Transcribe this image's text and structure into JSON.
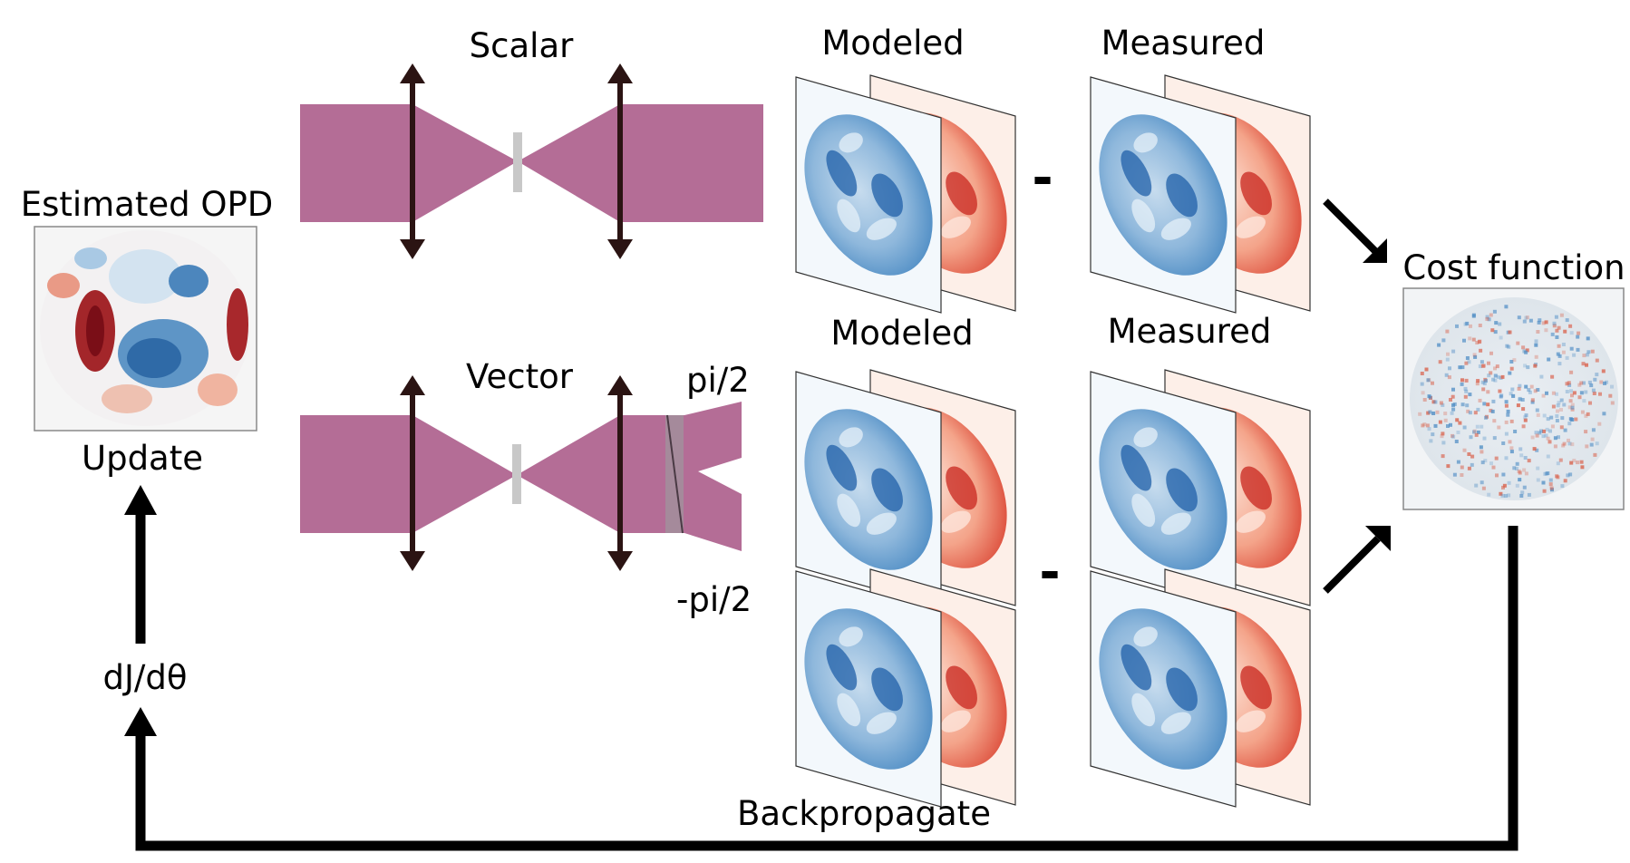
{
  "labels": {
    "estimated_opd": "Estimated OPD",
    "update": "Update",
    "gradient": "dJ/dθ",
    "scalar": "Scalar",
    "vector": "Vector",
    "pi_half": "pi/2",
    "neg_pi_half": "-pi/2",
    "modeled_top": "Modeled",
    "measured_top": "Measured",
    "modeled_bottom": "Modeled",
    "measured_bottom": "Measured",
    "cost_function": "Cost function",
    "backpropagate": "Backpropagate",
    "minus_top": "-",
    "minus_bottom": "-"
  },
  "colors": {
    "beam": "#b46d96",
    "lens_arrow": "#2b1413",
    "aperture": "#c8c8c8",
    "arrow": "#000000",
    "blue_panel": "#f3f8fc",
    "red_panel": "#fdefe8",
    "blue_dark": "#1f5fa8",
    "red_dark": "#c8251d"
  }
}
